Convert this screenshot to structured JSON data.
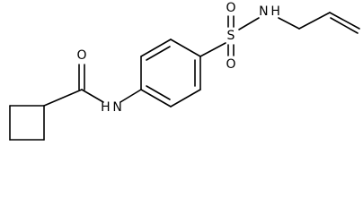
{
  "atom_labels": {
    "oxygen_amide": "O",
    "nitrogen_amide": "H N",
    "sulfur": "S",
    "oxygen_sulfonyl_top": "O",
    "oxygen_sulfonyl_bottom": "O",
    "nitrogen_sulfonamide": "N H"
  }
}
